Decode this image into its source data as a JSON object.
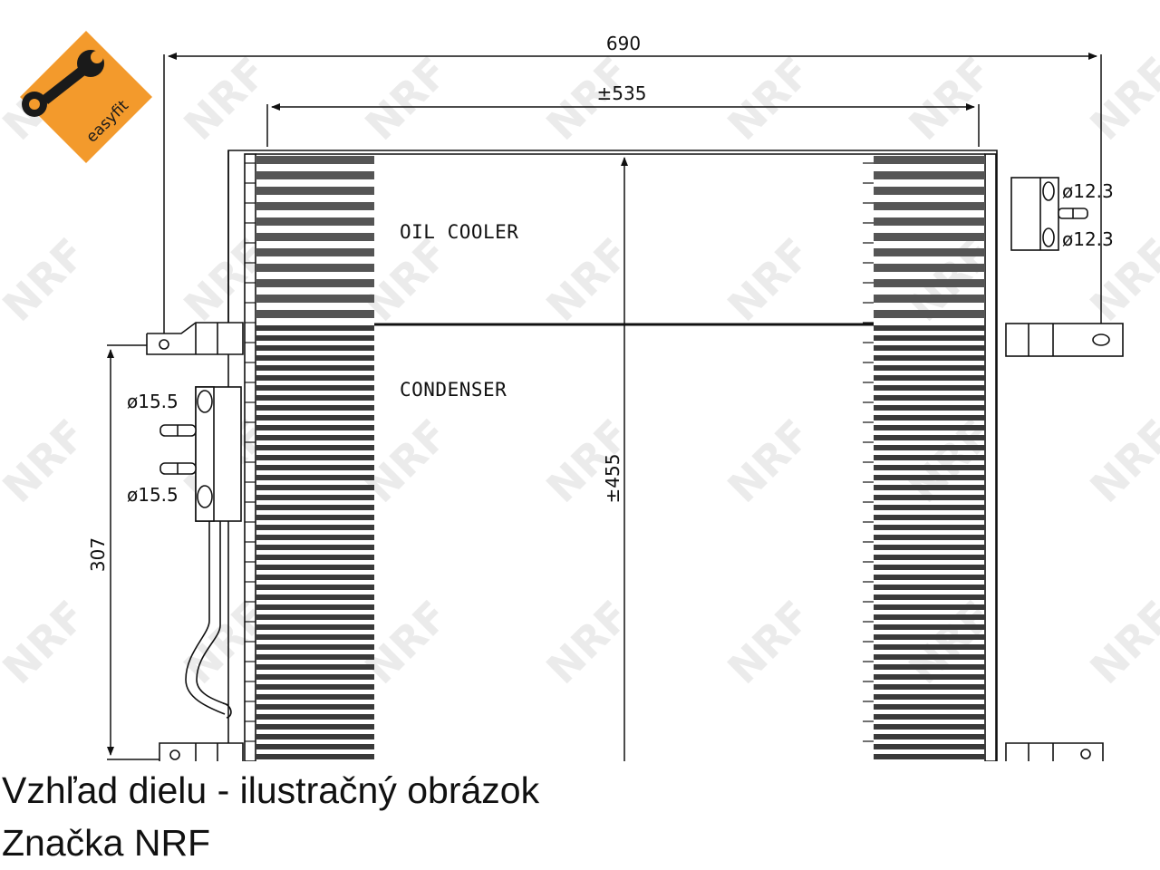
{
  "logo": {
    "text": "easyfit",
    "color": "#f39a2c"
  },
  "watermark": {
    "text": "NRF"
  },
  "dimensions": {
    "overall_width": "690",
    "core_width": "±535",
    "core_height": "±455",
    "mount_height": "307",
    "inlet_diameter_1": "ø15.5",
    "inlet_diameter_2": "ø15.5",
    "oil_port_diameter_1": "ø12.3",
    "oil_port_diameter_2": "ø12.3"
  },
  "sections": {
    "oil_cooler": "OIL COOLER",
    "condenser": "CONDENSER"
  },
  "caption": {
    "line1": "Vzhľad dielu - ilustračný obrázok",
    "line2": "Značka NRF"
  }
}
